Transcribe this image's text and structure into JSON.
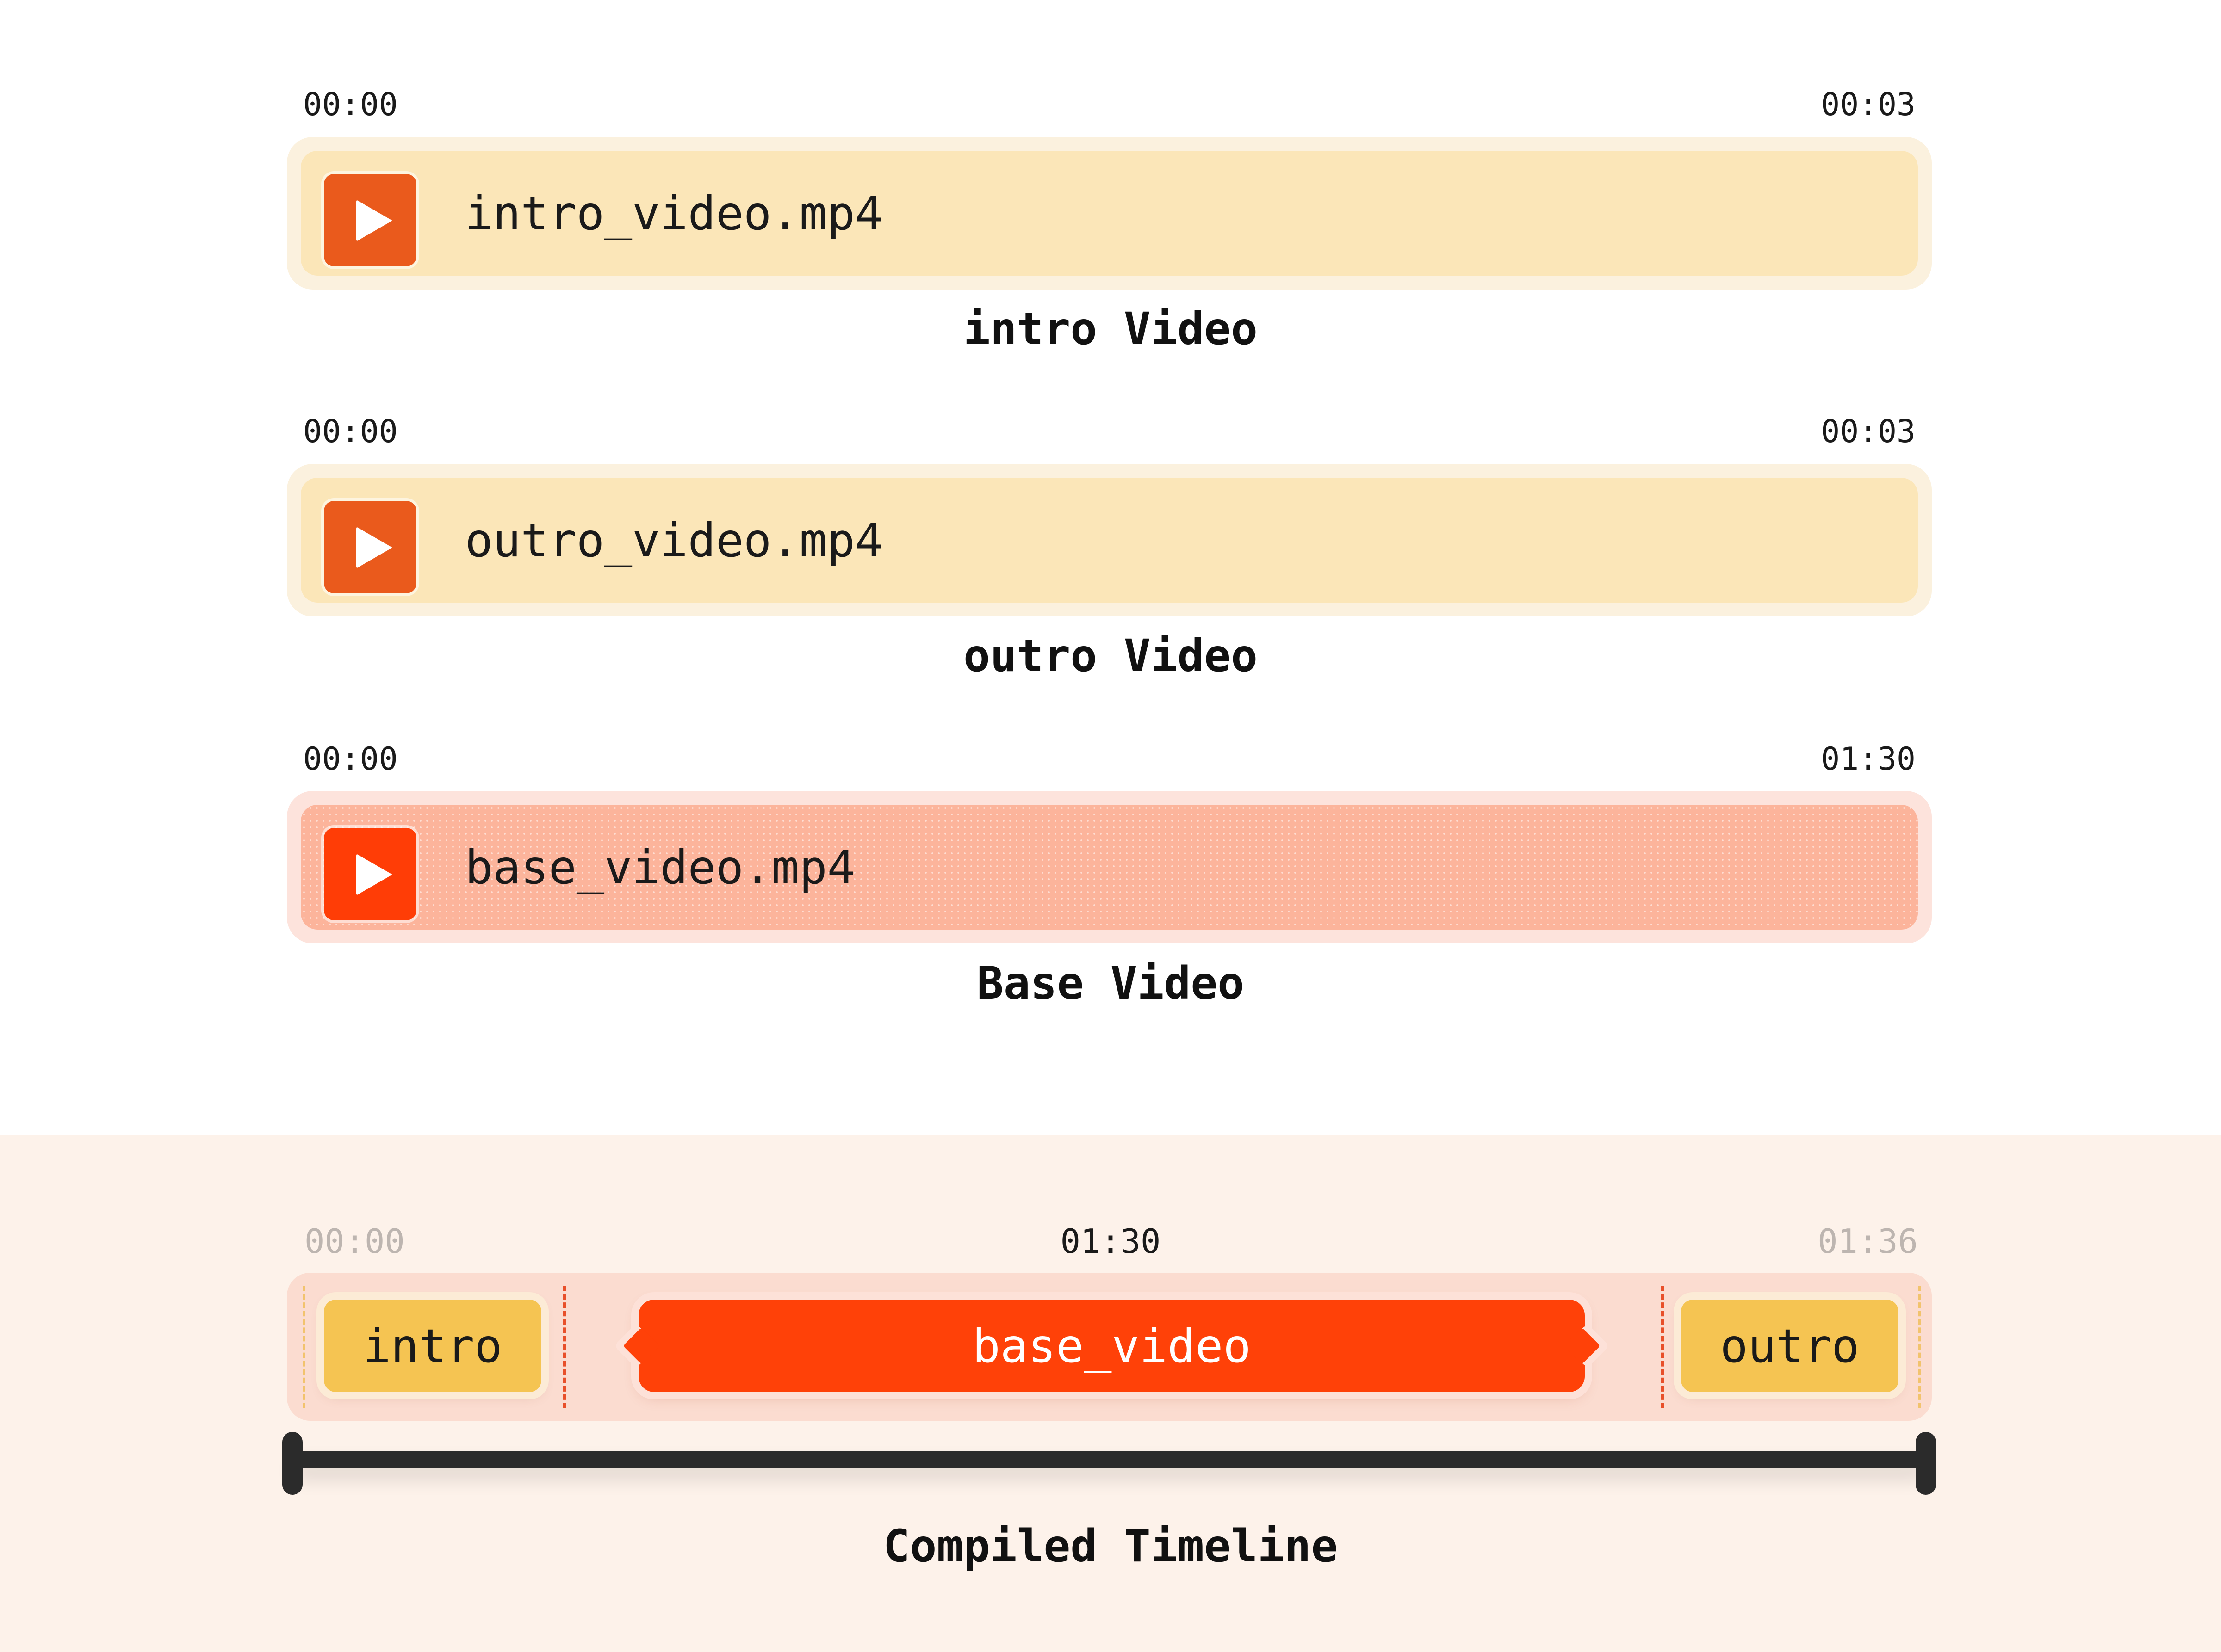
{
  "tracks": [
    {
      "start_time": "00:00",
      "end_time": "00:03",
      "filename": "intro_video.mp4",
      "caption": "intro Video"
    },
    {
      "start_time": "00:00",
      "end_time": "00:03",
      "filename": "outro_video.mp4",
      "caption": "outro Video"
    },
    {
      "start_time": "00:00",
      "end_time": "01:30",
      "filename": "base_video.mp4",
      "caption": "Base Video"
    }
  ],
  "compiled": {
    "start_time": "00:00",
    "mid_time": "01:30",
    "end_time": "01:36",
    "segments": {
      "intro": "intro",
      "base": "base_video",
      "outro": "outro"
    },
    "caption": "Compiled Timeline"
  },
  "icons": {
    "track_icon": "play-icon"
  },
  "colors": {
    "intro_outro_track": "#fbe6b8",
    "base_track": "#fcb49b",
    "play_button": "#ea5a1c",
    "base_segment": "#ff4108",
    "intro_outro_segment": "#f5c452"
  }
}
